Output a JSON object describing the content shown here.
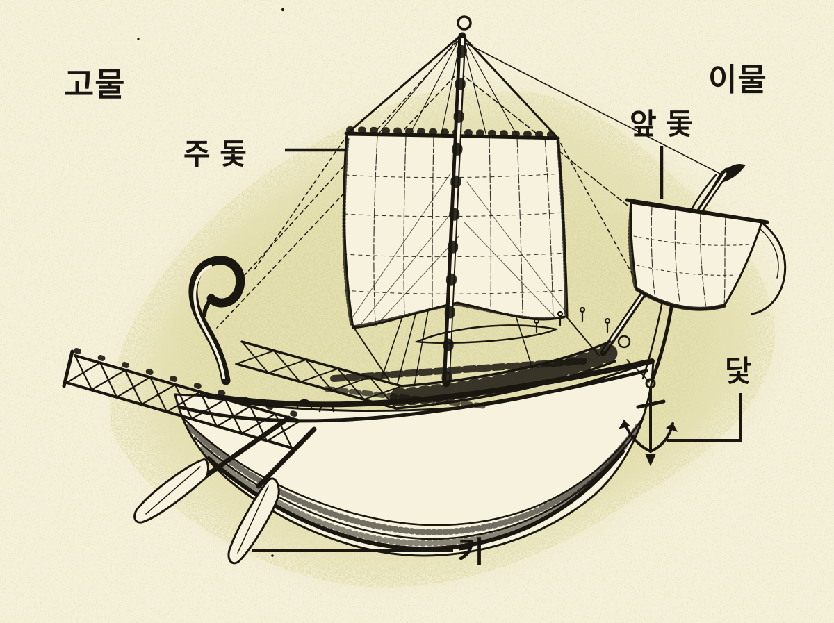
{
  "figure": {
    "kind": "labeled-diagram",
    "subject": "ancient sailing ship engraving with Korean part labels",
    "colors": {
      "background": "#f4f0da",
      "halo": "#d5d08c",
      "ink": "#1a1610"
    },
    "labels": [
      {
        "id": "stern",
        "text": "고물"
      },
      {
        "id": "bow",
        "text": "이물"
      },
      {
        "id": "main-sail",
        "text": "주 돛"
      },
      {
        "id": "fore-sail",
        "text": "앞 돛"
      },
      {
        "id": "anchor",
        "text": "닻"
      },
      {
        "id": "rudder",
        "text": "키"
      }
    ]
  }
}
